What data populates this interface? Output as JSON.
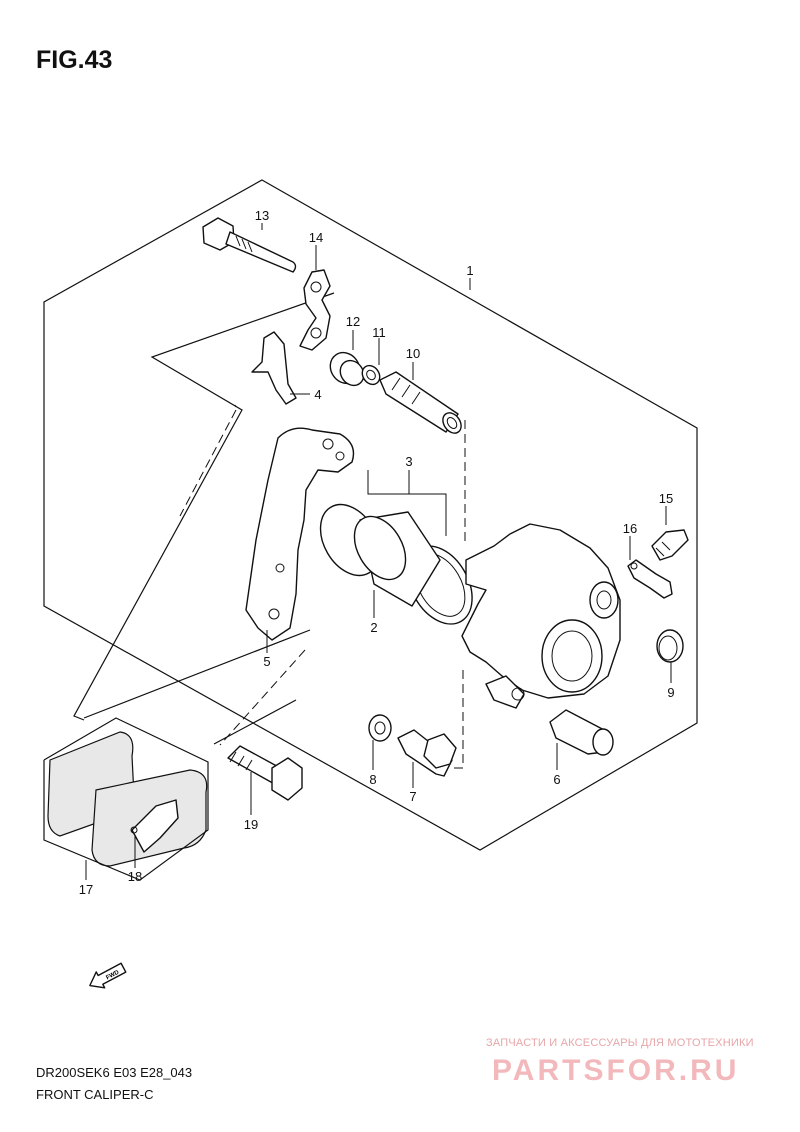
{
  "figure": {
    "title": "FIG.43"
  },
  "callouts": [
    {
      "id": "c1",
      "label": "1"
    },
    {
      "id": "c2",
      "label": "2"
    },
    {
      "id": "c3",
      "label": "3"
    },
    {
      "id": "c4",
      "label": "4"
    },
    {
      "id": "c5",
      "label": "5"
    },
    {
      "id": "c6",
      "label": "6"
    },
    {
      "id": "c7",
      "label": "7"
    },
    {
      "id": "c8",
      "label": "8"
    },
    {
      "id": "c9",
      "label": "9"
    },
    {
      "id": "c10",
      "label": "10"
    },
    {
      "id": "c11",
      "label": "11"
    },
    {
      "id": "c12",
      "label": "12"
    },
    {
      "id": "c13",
      "label": "13"
    },
    {
      "id": "c14",
      "label": "14"
    },
    {
      "id": "c15",
      "label": "15"
    },
    {
      "id": "c16",
      "label": "16"
    },
    {
      "id": "c17",
      "label": "17"
    },
    {
      "id": "c18",
      "label": "18"
    },
    {
      "id": "c19",
      "label": "19"
    }
  ],
  "fwd_label": "FWD",
  "footer": {
    "code": "DR200SEK6 E03 E28_043",
    "name": "FRONT CALIPER-C"
  },
  "watermark": {
    "tagline": "ЗАПЧАСТИ И АКСЕССУАРЫ ДЛЯ МОТОТЕХНИКИ",
    "logo": "PARTSFOR.RU",
    "color": "#d9343c"
  }
}
